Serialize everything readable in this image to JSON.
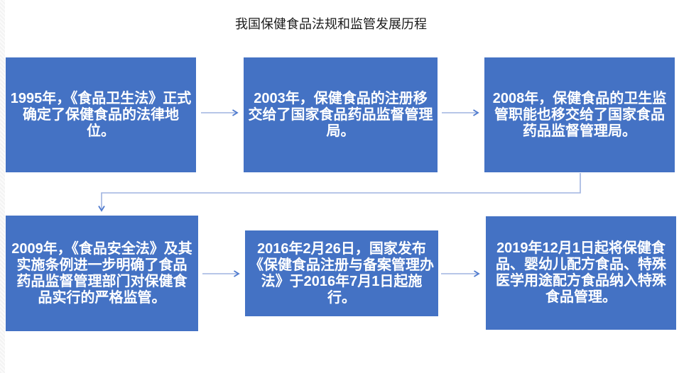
{
  "title": "我国保健食品法规和监管发展历程",
  "colors": {
    "canvas_bg": "#FFFFFF",
    "box_fill": "#4472C4",
    "box_text": "#FFFFFF",
    "arrow_shaft": "#9FB3E0",
    "arrow_head": "#4E7ACE",
    "title_text": "#1B1B1B"
  },
  "flowchart": {
    "type": "process-timeline",
    "nodes": [
      {
        "id": "step-1995",
        "text": "1995年，《食品卫生法》正式确定了保健食品的法律地位。"
      },
      {
        "id": "step-2003",
        "text": "2003年，保健食品的注册移交给了国家食品药品监督管理局。"
      },
      {
        "id": "step-2008",
        "text": "2008年，保健食品的卫生监管职能也移交给了国家食品药品监督管理局。"
      },
      {
        "id": "step-2009",
        "text": "2009年，《食品安全法》及其实施条例进一步明确了食品药品监督管理部门对保健食品实行的严格监管。"
      },
      {
        "id": "step-2016",
        "text": "2016年2月26日，国家发布《保健食品注册与备案管理办法》于2016年7月1日起施行。"
      },
      {
        "id": "step-2019",
        "text": "2019年12月1日起将保健食品、婴幼儿配方食品、特殊医学用途配方食品纳入特殊食品管理。"
      }
    ],
    "connections": [
      {
        "from": "step-1995",
        "to": "step-2003",
        "shape": "straight-right"
      },
      {
        "from": "step-2003",
        "to": "step-2008",
        "shape": "straight-right"
      },
      {
        "from": "step-2008",
        "to": "step-2009",
        "shape": "elbow-down-left-down"
      },
      {
        "from": "step-2009",
        "to": "step-2016",
        "shape": "straight-right"
      },
      {
        "from": "step-2016",
        "to": "step-2019",
        "shape": "straight-right"
      }
    ]
  }
}
